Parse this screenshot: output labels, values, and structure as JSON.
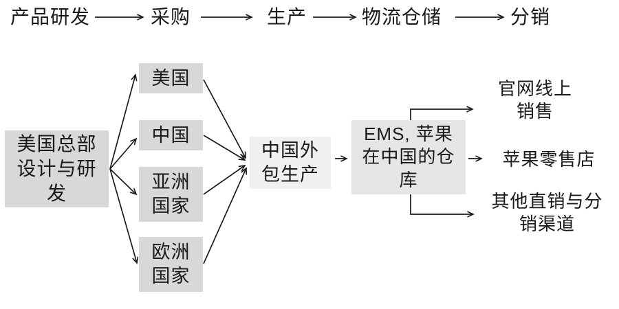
{
  "flow": {
    "steps": [
      {
        "label": "产品研发"
      },
      {
        "label": "采购"
      },
      {
        "label": "生产"
      },
      {
        "label": "物流仓储"
      },
      {
        "label": "分销"
      }
    ]
  },
  "nodes": {
    "hq": {
      "label": "美国总部\n设计与研\n发"
    },
    "usa": {
      "label": "美国"
    },
    "china": {
      "label": "中国"
    },
    "asia": {
      "label": "亚洲\n国家"
    },
    "europe": {
      "label": "欧洲\n国家"
    },
    "outsourcing": {
      "label": "中国外\n包生产"
    },
    "warehouse": {
      "label": "EMS, 苹果\n在中国的仓\n库"
    }
  },
  "channels": {
    "online": {
      "label": "官网线上\n销售"
    },
    "retail": {
      "label": "苹果零售店"
    },
    "other": {
      "label": "其他直销与分\n销渠道"
    }
  },
  "colors": {
    "background": "#ffffff",
    "text": "#1a1a1a",
    "line": "#1a1a1a",
    "node_fill_grey": "#d8d8d8",
    "node_fill_medium": "#e5e5e5",
    "node_fill_light": "#f0f0f0"
  }
}
